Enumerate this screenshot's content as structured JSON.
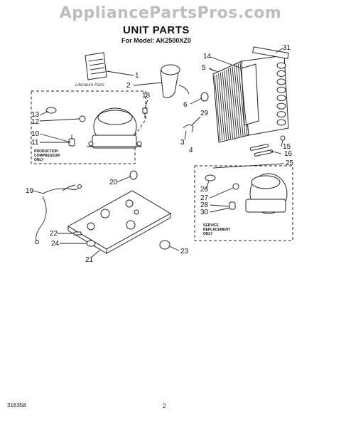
{
  "watermark": "AppliancePartsPros.com",
  "title": "UNIT PARTS",
  "subtitle": "For Model: AK2500XZ0",
  "footer": {
    "doc_number": "316358",
    "page": "2"
  },
  "notes": {
    "literature": "Literature Parts",
    "production_line1": "PRODUCTION",
    "production_line2": "COMPRESSOR",
    "production_line3": "ONLY",
    "service_line1": "SERVICE",
    "service_line2": "REPLACEMENT",
    "service_line3": "ONLY"
  },
  "callouts": [
    "1",
    "2",
    "3",
    "4",
    "5",
    "6",
    "10",
    "11",
    "12",
    "13",
    "14",
    "15",
    "16",
    "18",
    "19",
    "20",
    "21",
    "22",
    "23",
    "24",
    "25",
    "26",
    "27",
    "28",
    "29",
    "30",
    "31"
  ]
}
